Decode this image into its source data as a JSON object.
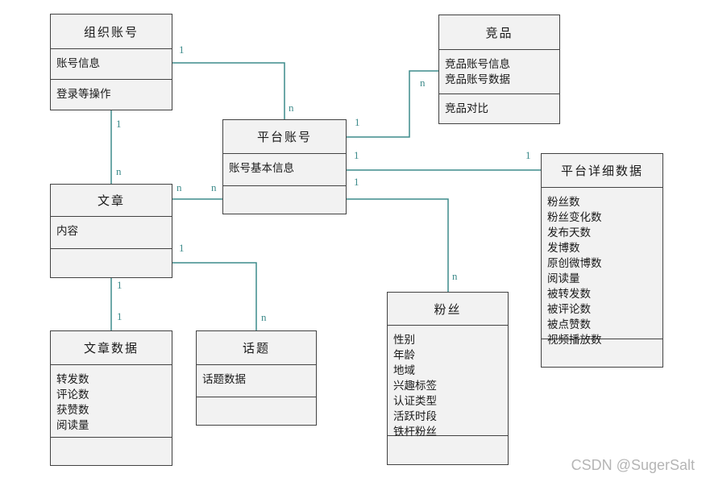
{
  "watermark": "CSDN @SugerSalt",
  "colors": {
    "box_fill": "#f2f2f2",
    "box_border": "#424242",
    "connector": "#3d8b8b",
    "multiplicity": "#3d8b8b",
    "text": "#1a1a1a",
    "watermark_color": "#b5b5b5"
  },
  "entities": {
    "org_account": {
      "title": "组织账号",
      "attributes": "账号信息",
      "operations": "登录等操作"
    },
    "competitor": {
      "title": "竞品",
      "attributes": "竞品账号信息\n竞品账号数据",
      "operations": "竞品对比"
    },
    "platform_account": {
      "title": "平台账号",
      "attributes": "账号基本信息",
      "operations": ""
    },
    "platform_detail": {
      "title": "平台详细数据",
      "attributes": "粉丝数\n粉丝变化数\n发布天数\n发博数\n原创微博数\n阅读量\n被转发数\n被评论数\n被点赞数\n视频播放数",
      "operations": ""
    },
    "article": {
      "title": "文章",
      "attributes": "内容",
      "operations": ""
    },
    "fans": {
      "title": "粉丝",
      "attributes": "性别\n年龄\n地域\n兴趣标签\n认证类型\n活跃时段\n铁杆粉丝",
      "operations": ""
    },
    "article_data": {
      "title": "文章数据",
      "attributes": "转发数\n评论数\n获赞数\n阅读量",
      "operations": ""
    },
    "topic": {
      "title": "话题",
      "attributes": "话题数据",
      "operations": ""
    }
  },
  "relationships": [
    {
      "from": "组织账号",
      "to": "平台账号",
      "from_card": "1",
      "to_card": "n"
    },
    {
      "from": "组织账号",
      "to": "文章",
      "from_card": "1",
      "to_card": "n"
    },
    {
      "from": "平台账号",
      "to": "竞品",
      "from_card": "1",
      "to_card": "n"
    },
    {
      "from": "平台账号",
      "to": "平台详细数据",
      "from_card": "1",
      "to_card": "1"
    },
    {
      "from": "平台账号",
      "to": "粉丝",
      "from_card": "1",
      "to_card": "n"
    },
    {
      "from": "文章",
      "to": "平台账号",
      "from_card": "n",
      "to_card": "n"
    },
    {
      "from": "文章",
      "to": "话题",
      "from_card": "1",
      "to_card": "n"
    },
    {
      "from": "文章",
      "to": "文章数据",
      "from_card": "1",
      "to_card": "1"
    }
  ],
  "labels": [
    {
      "text": "1"
    },
    {
      "text": "n"
    },
    {
      "text": "1"
    },
    {
      "text": "n"
    },
    {
      "text": "1"
    },
    {
      "text": "n"
    },
    {
      "text": "1"
    },
    {
      "text": "1"
    },
    {
      "text": "1"
    },
    {
      "text": "n"
    },
    {
      "text": "n"
    },
    {
      "text": "n"
    },
    {
      "text": "1"
    },
    {
      "text": "n"
    },
    {
      "text": "1"
    },
    {
      "text": "1"
    }
  ]
}
